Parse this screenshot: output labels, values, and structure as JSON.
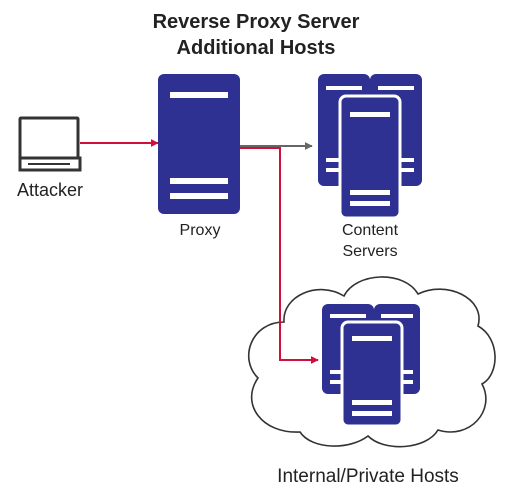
{
  "title": {
    "line1": "Reverse Proxy Server",
    "line2": "Additional Hosts"
  },
  "labels": {
    "attacker": "Attacker",
    "proxy": "Proxy",
    "content_line1": "Content",
    "content_line2": "Servers",
    "internal": "Internal/Private Hosts"
  },
  "icons": {
    "attacker": "computer-monitor-icon",
    "proxy": "server-tower-icon",
    "content_servers": "server-cluster-icon",
    "internal_servers": "server-cluster-icon",
    "cloud": "cloud-icon"
  },
  "colors": {
    "server_fill": "#2E3192",
    "server_accent": "#ffffff",
    "attack_arrow": "#D0103A",
    "normal_arrow": "#666666",
    "outline": "#333333",
    "text": "#222222"
  }
}
